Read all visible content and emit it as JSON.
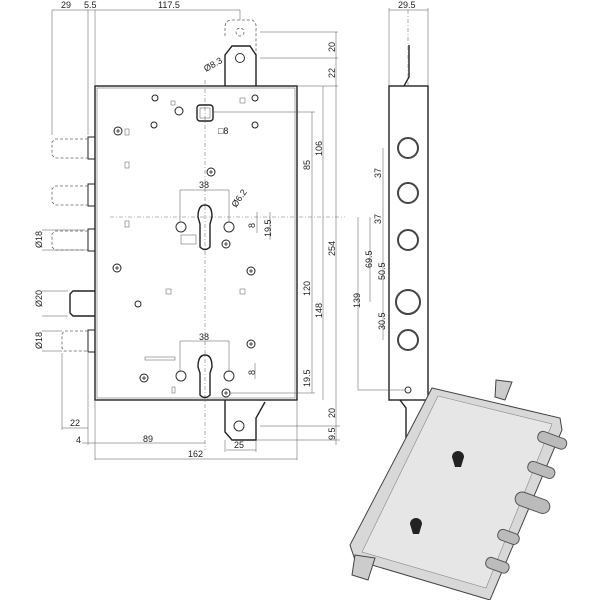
{
  "drawing": {
    "top_dims": {
      "bolt_projection": "29",
      "plate_offset": "5.5",
      "to_tab_center": "117.5",
      "plate_width": "29.5"
    },
    "tab_top": {
      "hole_spacing": "20",
      "tab_height": "22",
      "hole_dia": "Ø8.3"
    },
    "spindle": {
      "square": "□8"
    },
    "vertical_dims": {
      "spindle_to_cyl": "106",
      "spindle_offset": "85",
      "case_height": "254",
      "cyl_to_cyl": "120",
      "cyl_to_bottom": "148"
    },
    "upper_cylinder": {
      "screw_spacing": "38",
      "screw_dia": "Ø6.2",
      "screw_offset": "8",
      "cam_offset": "19.5"
    },
    "lower_cylinder": {
      "screw_spacing": "38",
      "screw_offset": "8",
      "cam_offset": "19.5"
    },
    "bolts": {
      "bolt_dia_upper": "Ø18",
      "deadbolt_dia": "Ø20",
      "bolt_dia_lower": "Ø18"
    },
    "bottom_dims": {
      "bolt_length": "22",
      "plate_gap": "4",
      "backset": "89",
      "case_width": "162",
      "tab_width": "25",
      "tab_bottom_height": "20",
      "tab_hole_offset": "9.5"
    },
    "side_view": {
      "bolt_spacing_1": "37",
      "bolt_spacing_2": "37",
      "dim_69_5": "69.5",
      "dim_50_5": "50.5",
      "dim_139": "139",
      "dim_30_5": "30.5"
    }
  }
}
